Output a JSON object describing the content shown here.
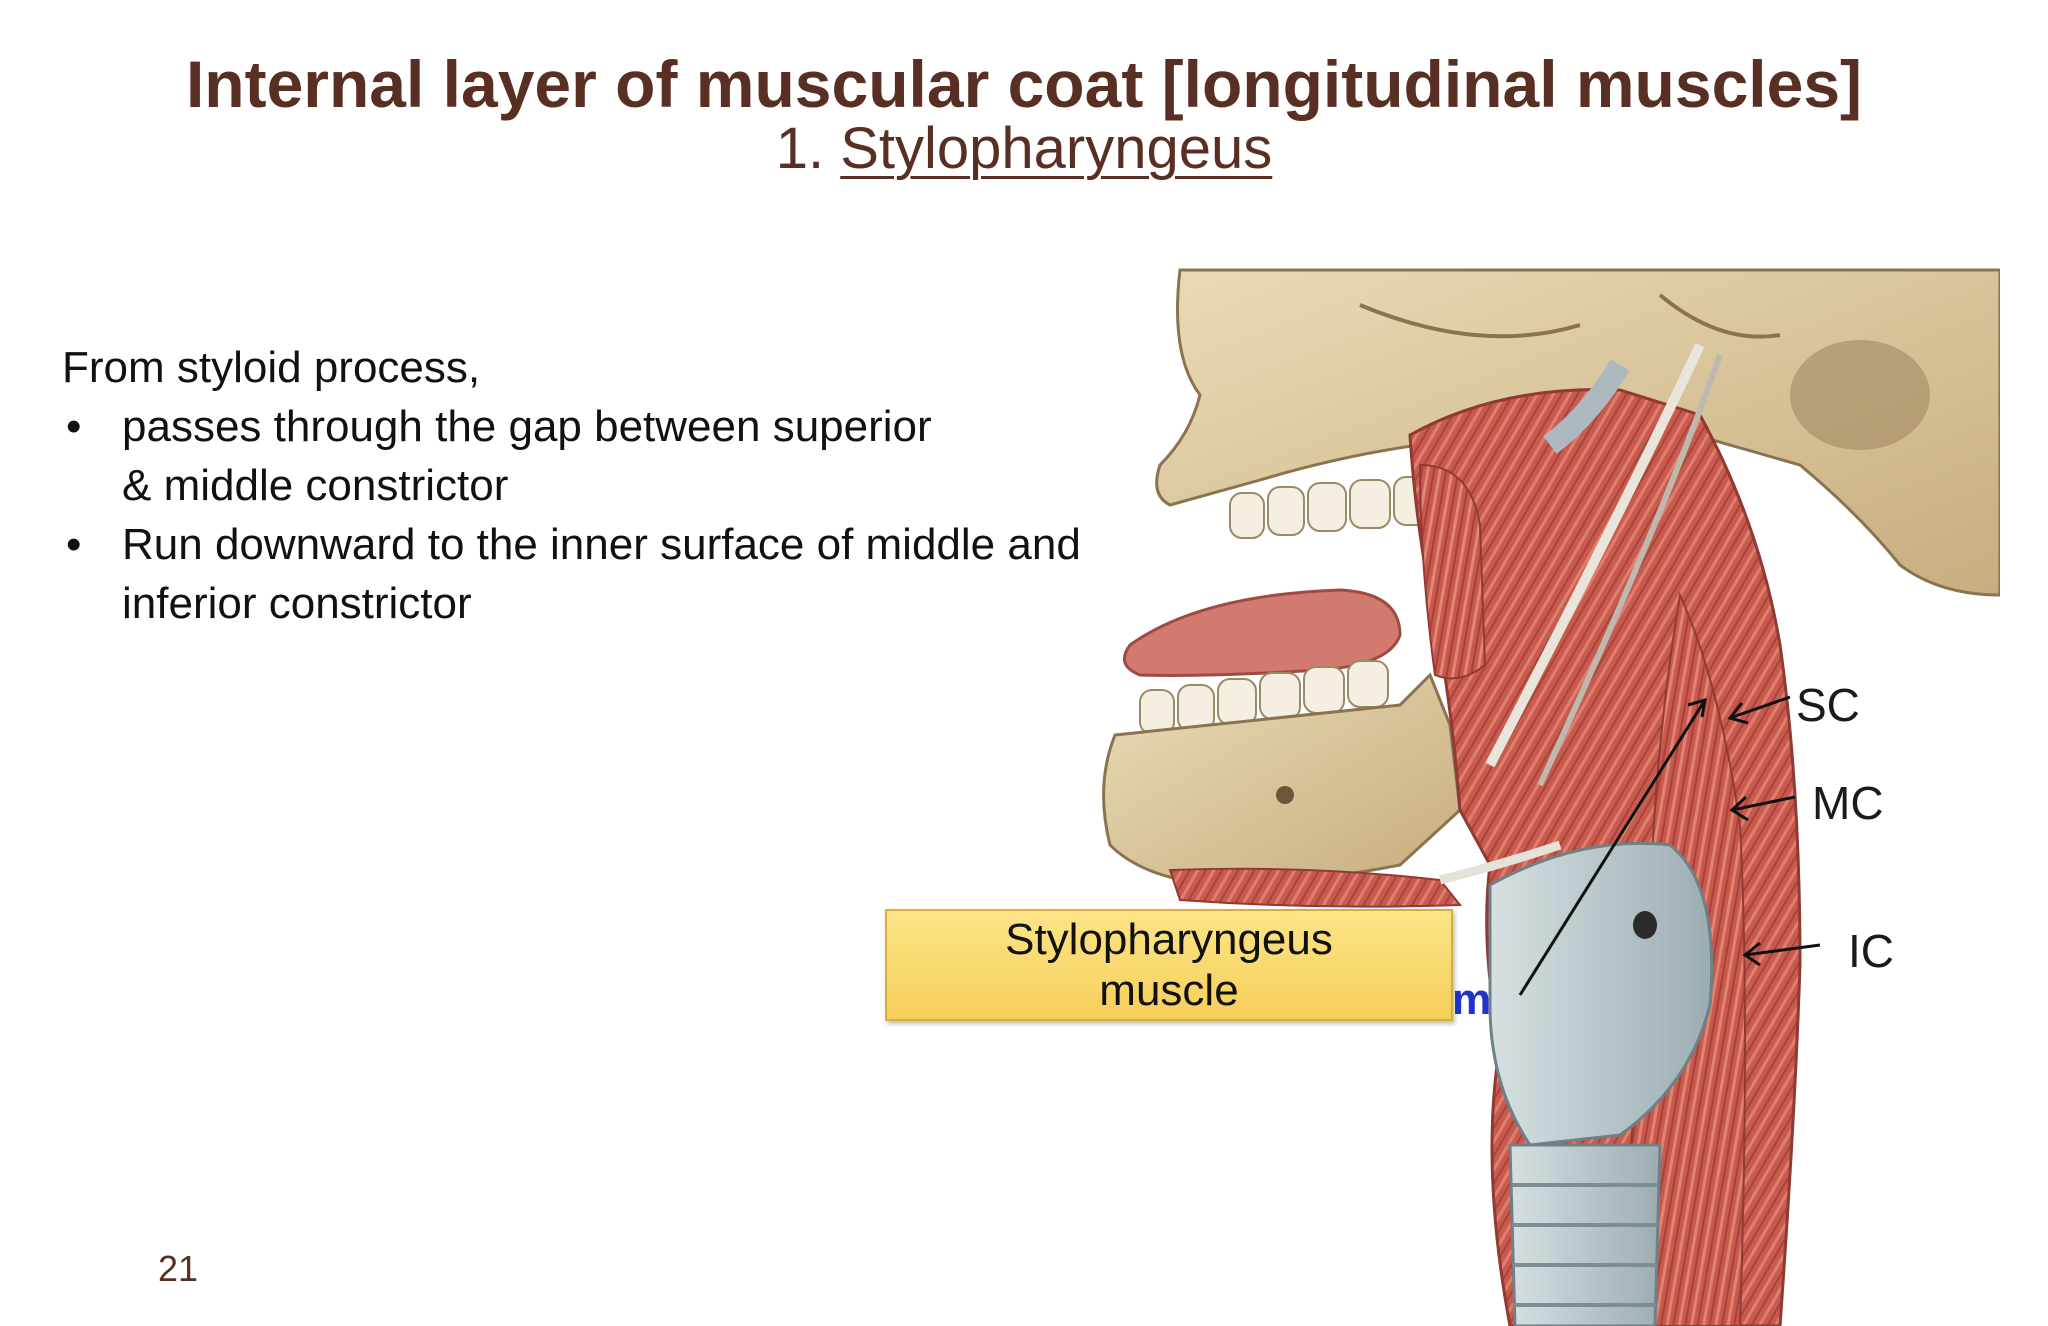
{
  "slide": {
    "title": "Internal layer of muscular coat [longitudinal muscles]",
    "subtitle_number": "1.",
    "subtitle_name": "Stylopharyngeus",
    "intro": "From styloid process,",
    "bullet_symbol": "•",
    "bullets": [
      {
        "line1": "passes through the gap between superior",
        "line2": "& middle  constrictor"
      },
      {
        "line1": "Run downward to the inner surface of middle and",
        "line2": "inferior constrictor"
      }
    ],
    "page_number": "21"
  },
  "figure": {
    "labels": {
      "sc": "SC",
      "mc": "MC",
      "ic": "IC"
    },
    "callout_line1": "Stylopharyngeus",
    "callout_line2": "muscle",
    "callout_tail": "m"
  },
  "colors": {
    "title": "#5a2f23",
    "bone": "#d8c39a",
    "muscle": "#c85a4e",
    "cartilage": "#aebdc2",
    "callout": "#f8d66a"
  }
}
